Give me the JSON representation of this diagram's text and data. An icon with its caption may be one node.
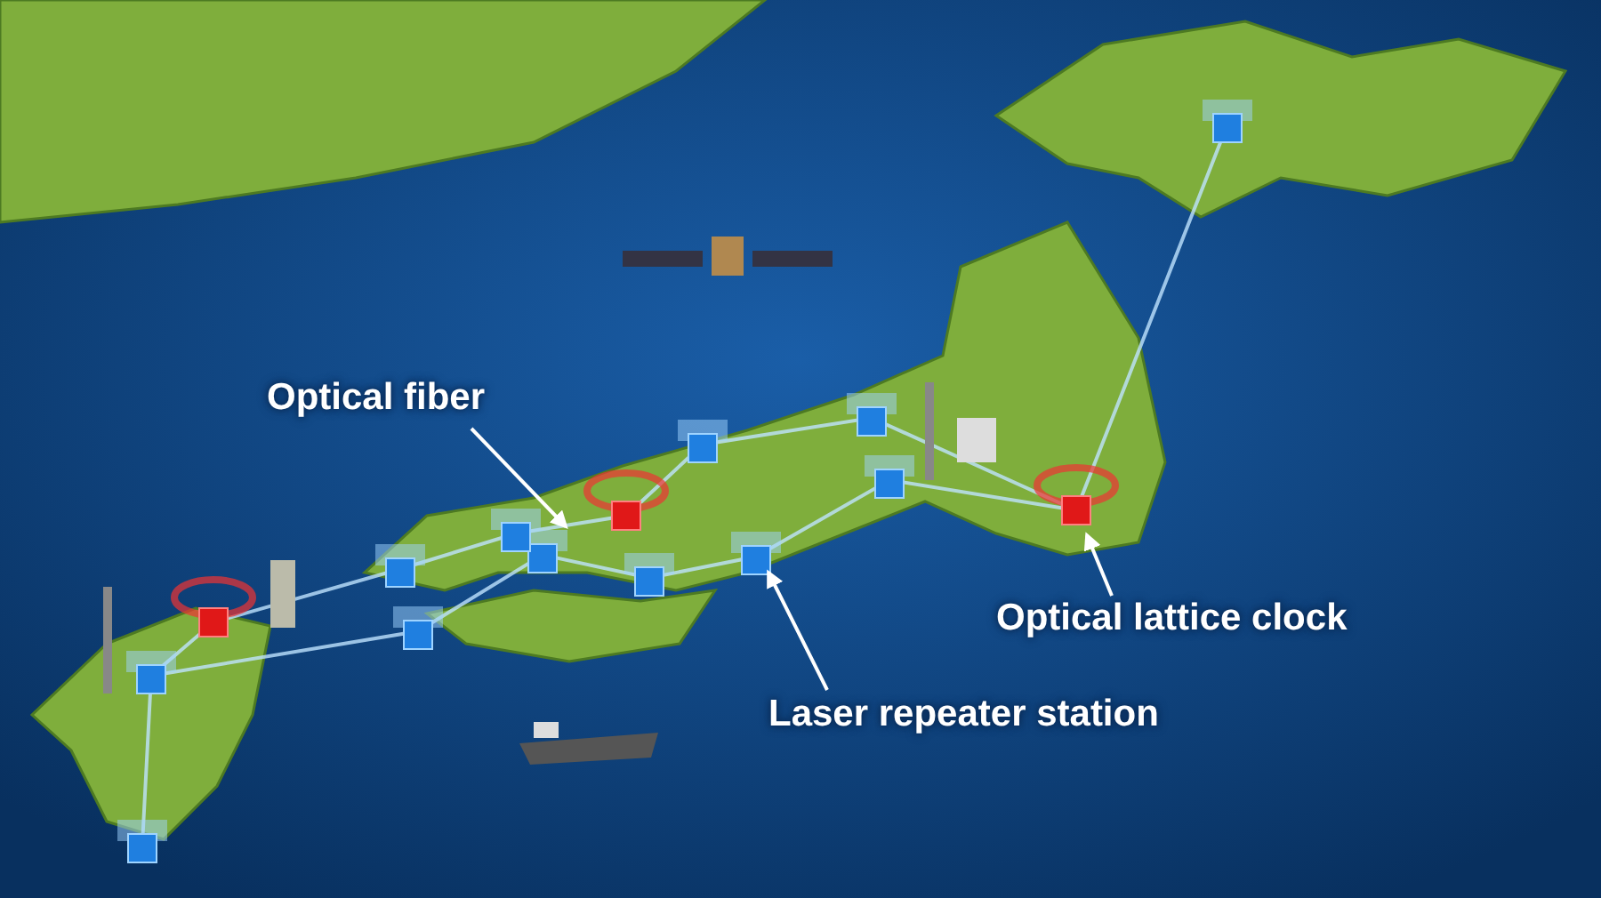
{
  "diagram": {
    "nodes": [
      {
        "text": [
          "Optical fiber"
        ]
      },
      {
        "text": [
          "Optical lattice clock"
        ]
      },
      {
        "text": [
          "Laser repeater station"
        ]
      }
    ],
    "edges": [
      {
        "from": 0,
        "to": null,
        "arrow": "to"
      },
      {
        "from": 1,
        "to": null,
        "arrow": "to"
      },
      {
        "from": 2,
        "to": null,
        "arrow": "to"
      }
    ]
  }
}
